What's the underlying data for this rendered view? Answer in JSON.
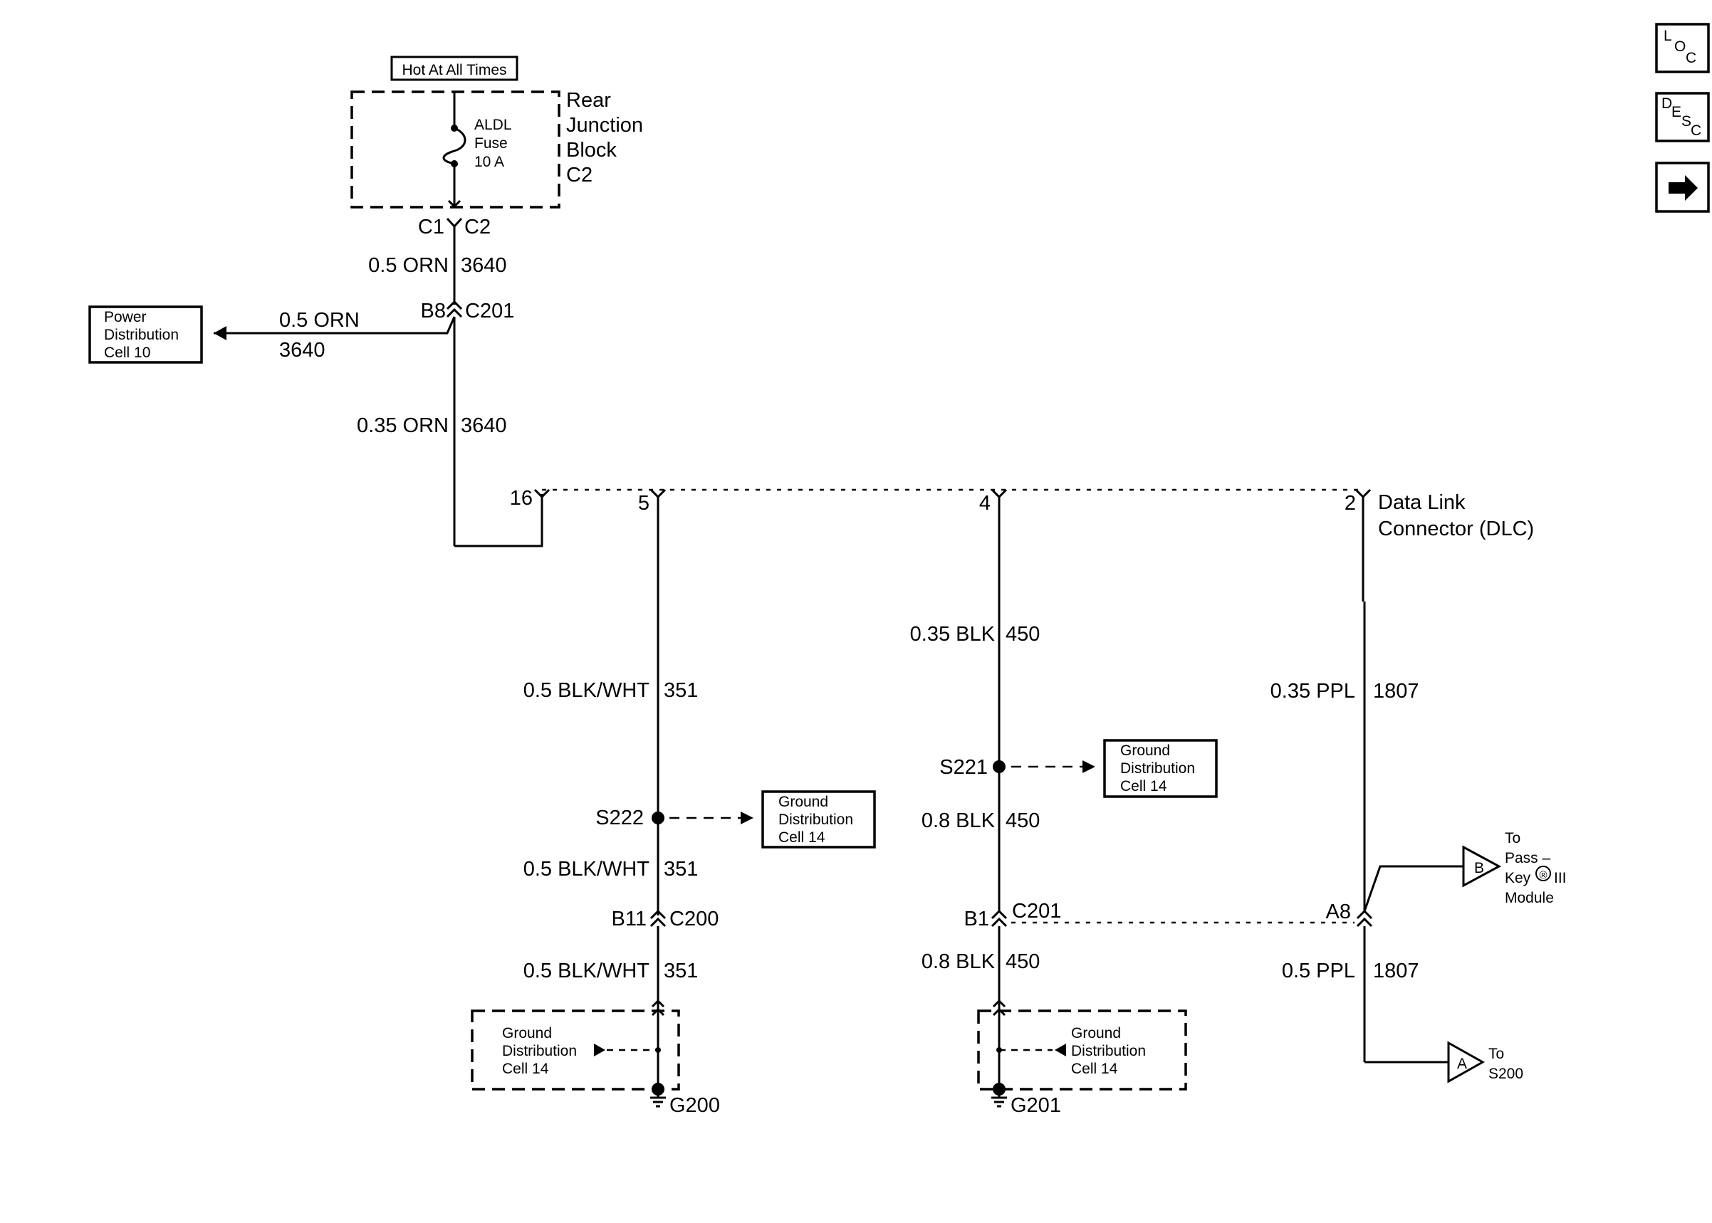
{
  "nav": {
    "loc_letters": [
      "L",
      "O",
      "C"
    ],
    "desc_letters": [
      "D",
      "E",
      "S",
      "C"
    ],
    "next_icon": "right-arrow-icon"
  },
  "junction_block": {
    "hot_label": "Hot At All Times",
    "title_lines": [
      "Rear",
      "Junction",
      "Block",
      "C2"
    ],
    "fuse_lines": [
      "ALDL",
      "Fuse",
      "10 A"
    ],
    "connector_left": "C1",
    "connector_right": "C2"
  },
  "power_feed": {
    "upper_wire_size": "0.5 ORN",
    "upper_wire_circuit": "3640",
    "splice_pin": "B8",
    "splice_connector": "C201",
    "branch_wire_size": "0.5 ORN",
    "branch_wire_circuit": "3640",
    "power_box_lines": [
      "Power",
      "Distribution",
      "Cell 10"
    ],
    "lower_wire_size": "0.35 ORN",
    "lower_wire_circuit": "3640"
  },
  "dlc": {
    "title_lines": [
      "Data Link",
      "Connector (DLC)"
    ],
    "pins": [
      "16",
      "5",
      "4",
      "2"
    ]
  },
  "circuit_351": {
    "wire_top_size": "0.5 BLK/WHT",
    "wire_top_circuit": "351",
    "splice": "S222",
    "wire_mid_size": "0.5 BLK/WHT",
    "wire_mid_circuit": "351",
    "conn_pin": "B11",
    "conn_name": "C200",
    "wire_bot_size": "0.5 BLK/WHT",
    "wire_bot_circuit": "351",
    "ground": "G200",
    "ground_box_lines": [
      "Ground",
      "Distribution",
      "Cell 14"
    ],
    "splice_ref_lines": [
      "Ground",
      "Distribution",
      "Cell 14"
    ]
  },
  "circuit_450": {
    "wire_top_size": "0.35 BLK",
    "wire_top_circuit": "450",
    "splice": "S221",
    "wire_mid_size": "0.8 BLK",
    "wire_mid_circuit": "450",
    "conn_pin": "B1",
    "conn_name": "C201",
    "wire_bot_size": "0.8 BLK",
    "wire_bot_circuit": "450",
    "ground": "G201",
    "ground_box_lines": [
      "Ground",
      "Distribution",
      "Cell 14"
    ],
    "splice_ref_lines": [
      "Ground",
      "Distribution",
      "Cell 14"
    ]
  },
  "circuit_1807": {
    "wire_top_size": "0.35 PPL",
    "wire_top_circuit": "1807",
    "conn_pin": "A8",
    "wire_bot_size": "0.5 PPL",
    "wire_bot_circuit": "1807",
    "offpage_b_letter": "B",
    "offpage_b_lines": [
      "To",
      "Pass –",
      "Key",
      "III",
      "Module"
    ],
    "registered_mark": "®",
    "offpage_a_letter": "A",
    "offpage_a_lines": [
      "To",
      "S200"
    ]
  }
}
